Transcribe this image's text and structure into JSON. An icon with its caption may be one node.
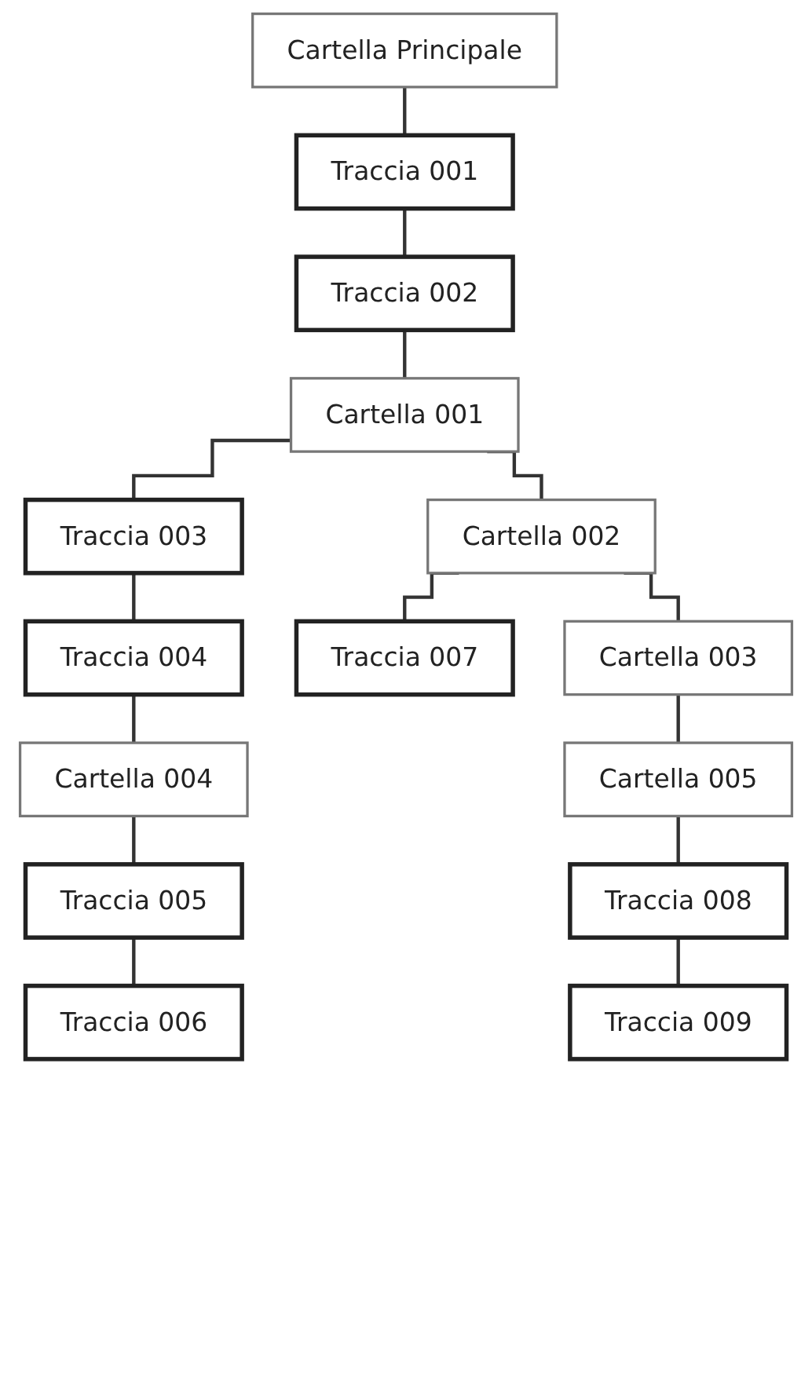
{
  "diagram": {
    "nodes": [
      {
        "text": [
          "Cartella Principale"
        ]
      },
      {
        "text": [
          "Traccia 001"
        ]
      },
      {
        "text": [
          "Traccia 002"
        ]
      },
      {
        "text": [
          "Cartella 001"
        ]
      },
      {
        "text": [
          "Traccia 003"
        ]
      },
      {
        "text": [
          "Traccia 004"
        ]
      },
      {
        "text": [
          "Cartella 004"
        ]
      },
      {
        "text": [
          "Traccia 005"
        ]
      },
      {
        "text": [
          "Traccia 006"
        ]
      },
      {
        "text": [
          "Cartella 002"
        ]
      },
      {
        "text": [
          "Traccia 007"
        ]
      },
      {
        "text": [
          "Cartella 003"
        ]
      },
      {
        "text": [
          "Cartella 005"
        ]
      },
      {
        "text": [
          "Traccia 008"
        ]
      },
      {
        "text": [
          "Traccia 009"
        ]
      }
    ],
    "edges": [
      {
        "from": 0,
        "to": 1,
        "arrow": "none"
      },
      {
        "from": 1,
        "to": 2,
        "arrow": "none"
      },
      {
        "from": 2,
        "to": 3,
        "arrow": "none"
      },
      {
        "from": 3,
        "to": 4,
        "arrow": "none"
      },
      {
        "from": 4,
        "to": 5,
        "arrow": "none"
      },
      {
        "from": 5,
        "to": 6,
        "arrow": "none"
      },
      {
        "from": 6,
        "to": 7,
        "arrow": "none"
      },
      {
        "from": 7,
        "to": 8,
        "arrow": "none"
      },
      {
        "from": 3,
        "to": 9,
        "arrow": "none"
      },
      {
        "from": 9,
        "to": 10,
        "arrow": "none"
      },
      {
        "from": 9,
        "to": 11,
        "arrow": "none"
      },
      {
        "from": 11,
        "to": 12,
        "arrow": "none"
      },
      {
        "from": 12,
        "to": 13,
        "arrow": "none"
      },
      {
        "from": 13,
        "to": 14,
        "arrow": "none"
      }
    ]
  }
}
